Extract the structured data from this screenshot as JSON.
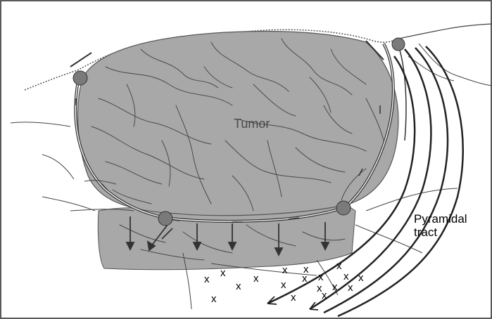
{
  "labels": {
    "tumor": "Tumor",
    "pyramidal_line1": "Pyramidal",
    "pyramidal_line2": "tract"
  },
  "x_mark_text": "x",
  "colors": {
    "tumor_fill": "#a8a8a8",
    "vessel_lines": "#4a4a4a",
    "nodes": "#7a7a7a",
    "tract_lines": "#222222"
  }
}
